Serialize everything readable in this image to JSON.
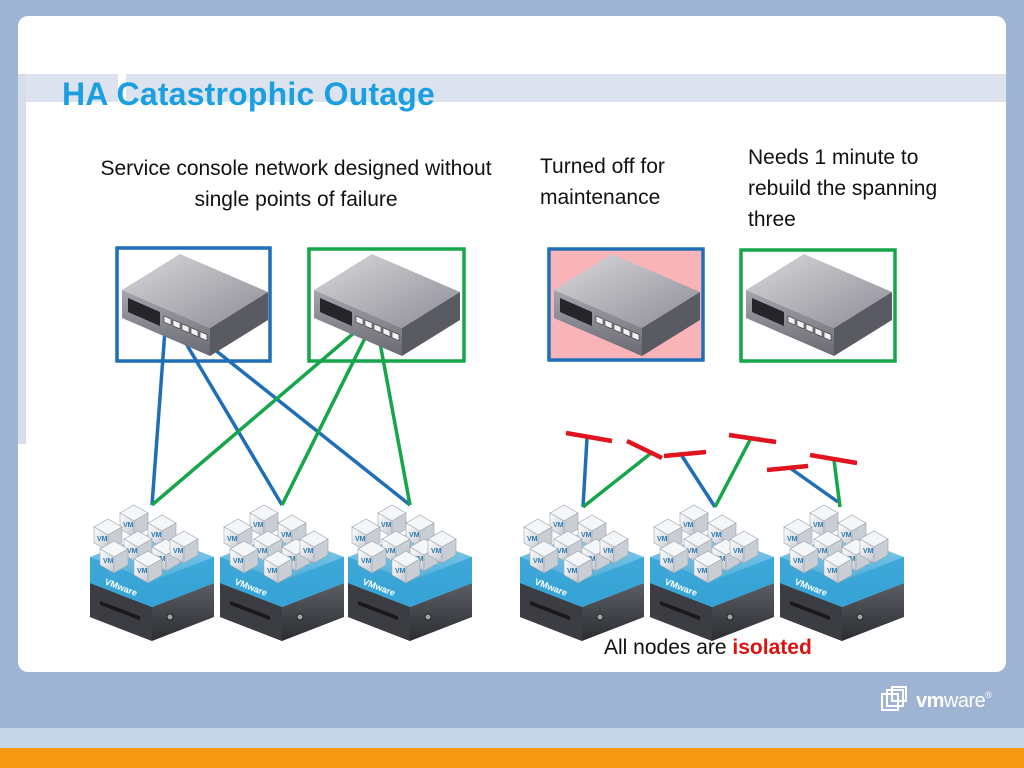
{
  "slide": {
    "title": "HA Catastrophic Outage",
    "captions": {
      "left": "Service console network designed without single points of failure",
      "middle": "Turned off for maintenance",
      "right": "Needs 1 minute to rebuild the spanning three"
    },
    "footnote": {
      "prefix": "All nodes are ",
      "emphasis": "isolated"
    },
    "host_label": "VMware",
    "vm_label": "VM",
    "brand": {
      "logo_bold": "vm",
      "logo_light": "ware",
      "logo_mark": "®"
    }
  },
  "colors": {
    "blue_link": "#1f6eb7",
    "green_link": "#16a64a",
    "broken_link": "#e0141e",
    "maintenance_fill": "#f9b4b8",
    "title": "#1aa0e0"
  },
  "switches": [
    {
      "role": "left-pair",
      "frame": "blue",
      "state": "online"
    },
    {
      "role": "left-pair",
      "frame": "green",
      "state": "online"
    },
    {
      "role": "right-pair",
      "frame": "blue",
      "state": "maintenance"
    },
    {
      "role": "right-pair",
      "frame": "green",
      "state": "rebuilding"
    }
  ],
  "hosts": [
    {
      "group": "connected"
    },
    {
      "group": "connected"
    },
    {
      "group": "connected"
    },
    {
      "group": "isolated"
    },
    {
      "group": "isolated"
    },
    {
      "group": "isolated"
    }
  ]
}
